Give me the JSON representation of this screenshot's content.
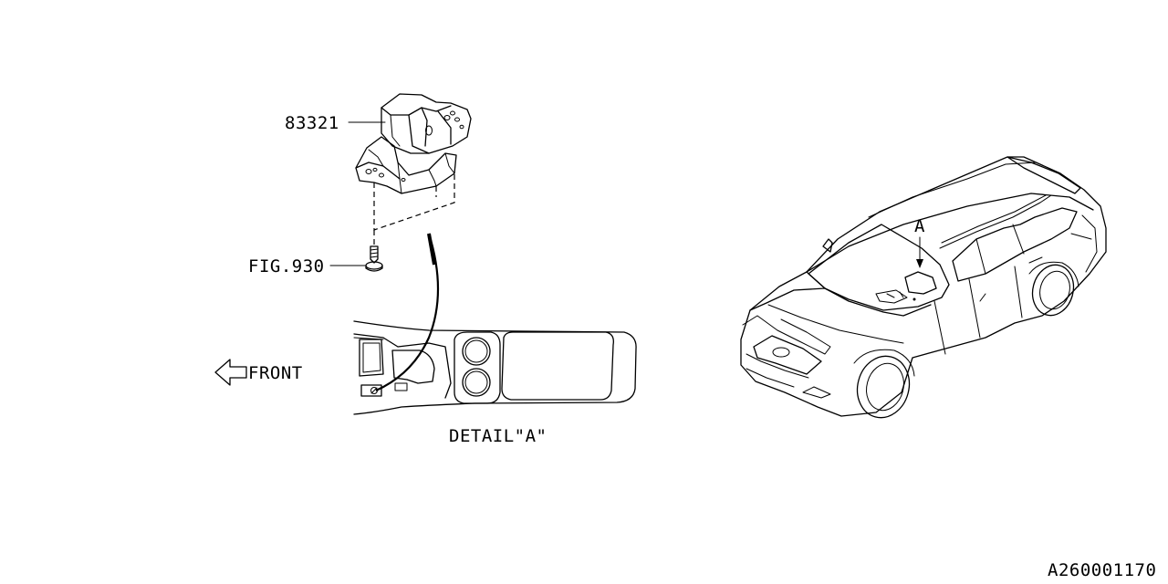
{
  "labels": {
    "part_number": "83321",
    "fig_reference": "FIG.930",
    "front_label": "FRONT",
    "detail_label": "DETAIL\"A\"",
    "view_marker": "A",
    "drawing_code": "A260001170"
  },
  "icons": {
    "front_arrow": "hollow-left-arrow-icon",
    "marker_arrow": "down-arrow-icon"
  },
  "colors": {
    "line": "#000000",
    "background": "#ffffff"
  }
}
